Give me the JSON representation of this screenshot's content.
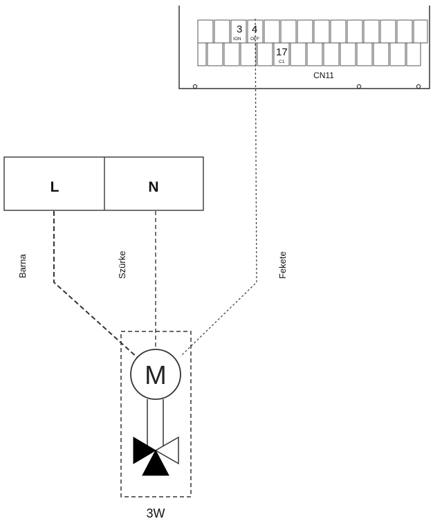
{
  "terminal_block": {
    "connector_label": "CN11",
    "pins": [
      {
        "number": "3",
        "label": "ION"
      },
      {
        "number": "4",
        "label": "OFF"
      },
      {
        "number": "17",
        "label": "C1"
      }
    ]
  },
  "power_block": {
    "left_label": "L",
    "right_label": "N"
  },
  "wires": {
    "l_wire_label": "Barna",
    "n_wire_label": "Szürke",
    "signal_wire_label": "Fekete"
  },
  "valve": {
    "motor_label": "M",
    "caption": "3W"
  }
}
